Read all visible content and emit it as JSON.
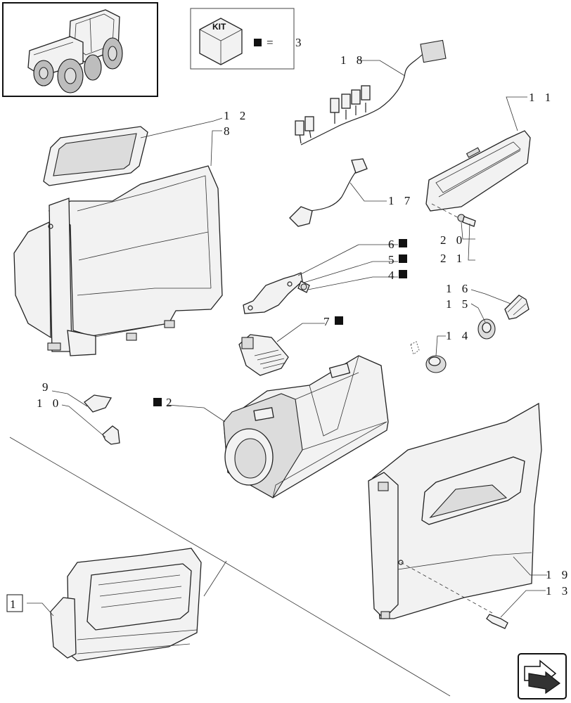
{
  "kit_box": {
    "kit_label": "KIT",
    "equals": "=",
    "number": "3"
  },
  "callouts": [
    {
      "id": "c1",
      "text": "1",
      "square": false,
      "boxed": true
    },
    {
      "id": "c2",
      "text": "2",
      "square": true,
      "square_first": true
    },
    {
      "id": "c4",
      "text": "4",
      "square": true
    },
    {
      "id": "c5",
      "text": "5",
      "square": true
    },
    {
      "id": "c6",
      "text": "6",
      "square": true
    },
    {
      "id": "c7",
      "text": "7",
      "square": true
    },
    {
      "id": "c8",
      "text": "8",
      "square": false
    },
    {
      "id": "c9",
      "text": "9",
      "square": false
    },
    {
      "id": "c10",
      "text": "1 0",
      "square": false
    },
    {
      "id": "c11",
      "text": "1 1",
      "square": false
    },
    {
      "id": "c12",
      "text": "1 2",
      "square": false
    },
    {
      "id": "c13",
      "text": "1 3",
      "square": false
    },
    {
      "id": "c14",
      "text": "1 4",
      "square": false
    },
    {
      "id": "c15",
      "text": "1 5",
      "square": false
    },
    {
      "id": "c16",
      "text": "1 6",
      "square": false
    },
    {
      "id": "c17",
      "text": "1 7",
      "square": false
    },
    {
      "id": "c18",
      "text": "1 8",
      "square": false
    },
    {
      "id": "c19",
      "text": "1 9",
      "square": false
    },
    {
      "id": "c20",
      "text": "2 0",
      "square": false
    },
    {
      "id": "c21",
      "text": "2 1",
      "square": false
    }
  ],
  "icons": {
    "tractor": "tractor-thumbnail-icon",
    "kit": "kit-cube-icon",
    "nav": "next-page-arrow-icon"
  }
}
